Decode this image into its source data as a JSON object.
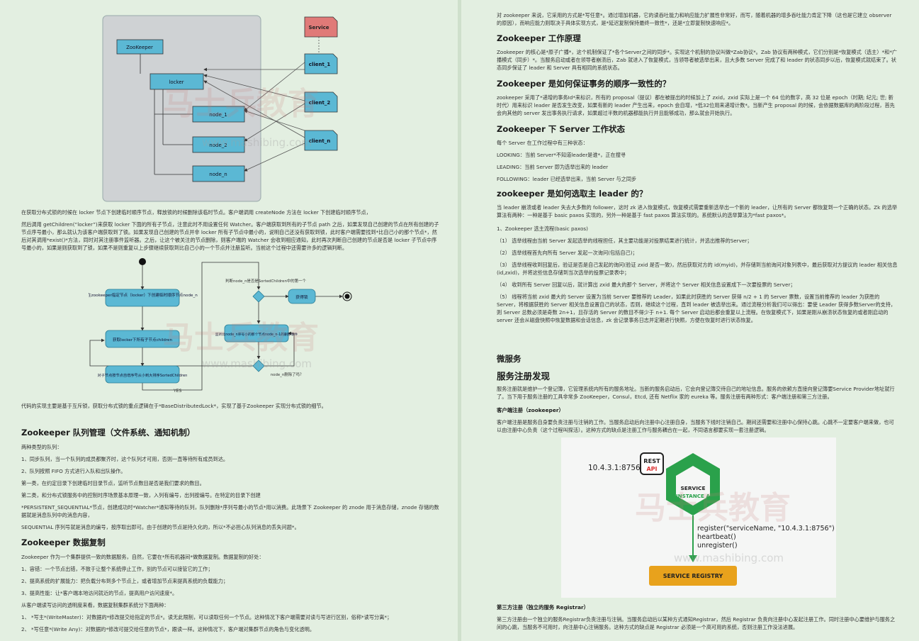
{
  "left": {
    "diagram1": {
      "service": "Service",
      "zookeeper": "ZooKeeper",
      "locker": "locker",
      "nodes": [
        "node_1",
        "node_2",
        "node_n"
      ],
      "clients": [
        "client_1",
        "client_2",
        "client_n"
      ]
    },
    "para1": "在获取分布式锁的时候在 locker 节点下创建临时顺序节点，释放锁的时候删除该临时节点。客户端调用 createNode 方法在 locker 下创建临时顺序节点，",
    "para2": "然后调用 getChildren(“locker”)来获取 locker 下面的所有子节点，注意此时不用设置任何 Watcher。客户端获取到所有的子节点 path 之后，如果发现自己创建的节点在所有创建的子节点序号最小，那么就认为该客户端获取到了锁。如果发现自己创建的节点并非 locker 所有子节点中最小的，说明自己还没有获取到锁，此时客户端需要找到*比自己小的那个节点*，然后对其调用*exist()*方法，同时对其注册事件监听器。之后，让这个被关注的节点删除，则客户端的 Watcher 会收到相应通知，此时再次判断自己创建的节点是否是 locker 子节点中序号最小的，如果是则获取到了锁，如果不是则重复以上步骤继续获取到比自己小的一个节点并注册监听。当前这个过程中还需要许多的逻辑判断。",
    "flow": {
      "step1": "在zookeeper指定节点（locker）下创建临时顺序节点node_n",
      "step2": "获取locker下所有子节点children",
      "step3": "对子节点按节点自增序号从小到大排序SortedChildren",
      "decision1": "判断node_n是否是SortedChildren中的第一个",
      "acquired": "获得锁",
      "watch": "监听比node_n序号小的那个节点node_n-1的删除事件",
      "decision2": "node_n删除了吗？",
      "yes": "YES"
    },
    "para3": "代码的实现主要是基于互斥锁，获取分布式锁的重点逻辑在于*BaseDistributedLock*，实现了基于Zookeeper 实现分布式锁的细节。",
    "h_queue": "Zookeeper 队列管理（文件系统、通知机制）",
    "q1": "两种类型的队列：",
    "q2": "1、同步队列，当一个队列的成员都聚齐时，这个队列才可用，否则一直等待所有成员到达。",
    "q3": "2、队列按照 FIFO 方式进行入队和出队操作。",
    "q4": "第一类，在约定目录下创建临时目录节点，监听节点数目是否是我们要求的数目。",
    "q5": "第二类，和分布式锁服务中的控制时序场景基本原理一致，入列有编号，出列按编号。在特定的目录下创建",
    "q6": "*PERSISTENT_SEQUENTIAL*节点，创建成功时*Watcher*通知等待的队列，队列删除*序列号最小的节点*用以消费。此场景下 Zookeeper 的 znode 用于消息存储，znode 存储的数据就是消息队列中的消息内容，",
    "q7": "SEQUENTIAL 序列号就是消息的编号，按序取出即可。由于创建的节点是持久化的，所以*不必担心队列消息的丢失问题*。",
    "h_repl": "Zookeeper 数据复制",
    "r1": "Zookeeper 作为一个集群提供一致的数据服务，自然，它要在*所有机器间*做数据复制。数据复制的好处：",
    "r2": "1、容错：一个节点出错，不致于让整个系统停止工作，别的节点可以接管它的工作；",
    "r3": "2、提高系统的扩展能力：把负载分布到多个节点上，或者增加节点来提高系统的负载能力；",
    "r4": "3、提高性能：让*客户端本地访问就近的节点，提高用户访问速度*。",
    "r5": "从客户端读写访问的透明度来看，数据复制集群系统分下面两种：",
    "r6": "1、 *写主*(WriteMaster)：对数据的*修改提交给指定的节点*。读无此限制，可以读取任何一个节点。这种情况下客户端需要对读与写进行区别，俗称*读写分离*；",
    "r7": "2、 *写任意*(Write Any)：对数据的*修改可提交给任意的节点*，跟读一样。这种情况下，客户端对集群节点的角色与变化透明。"
  },
  "right": {
    "intro": "对 zookeeper 来说，它采用的方式是*写任意*。通过增加机器，它的读吞吐能力和响应能力扩展性非常好，而写，随着机器的增多吞吐能力肯定下降（这也是它建立 observer 的原因），而响应能力则取决于具体实现方式，是*延迟复制保持最终一致性*，还是*立即复制快速响应*。",
    "h_principle": "Zookeeper 工作原理",
    "principle": "Zookeeper 的核心是*原子广播*，这个机制保证了*各个Server之间的同步*。实现这个机制的协议叫做*Zab协议*。Zab 协议有两种模式，它们分别是*恢复模式（选主）*和*广播模式（同步）*。当服务启动或者在领导者崩溃后，Zab 就进入了恢复模式，当领导者被选举出来，且大多数 Server 完成了和 leader 的状态同步以后，恢复模式就结束了。状态同步保证了 leader 和 Server 具有相同的系统状态。",
    "h_order": "Zookeeper 是如何保证事务的顺序一致性的？",
    "order": "zookeeper 采用了*递增的事务Id*来标识，所有的 proposal（提议）都在被提出的时候加上了 zxid，zxid 实际上是一个 64 位的数字，高 32 位是 epoch（时期; 纪元; 世; 新时代）用来标识 leader 是否发生改变，如果有新的 leader 产生出来，epoch 会自增，*低32位用来递增计数*。当新产生 proposal 的时候，会依据数据库的两阶段过程，首先会向其他的 server 发出事务执行请求，如果超过半数的机器都能执行并且能够成功，那么就会开始执行。",
    "h_state": "Zookeeper 下 Server 工作状态",
    "s1": "每个 Server 在工作过程中有三种状态：",
    "s2": "LOOKING：当前 Server*不知道leader是谁*，正在搜寻",
    "s3": "LEADING：当前 Server 即为选举出来的 leader",
    "s4": "FOLLOWING：leader 已经选举出来，当前 Server 与之同步",
    "h_elect": "zookeeper 是如何选取主 leader 的？",
    "e1": "当 leader 崩溃或者 leader 失去大多数的 follower，这时 zk 进入恢复模式，恢复模式需要重新选举出一个新的 leader，让所有的 Server 都恢复到一个正确的状态。Zk 的选举算法有两种：一种是基于 basic paxos 实现的，另外一种是基于 fast paxos 算法实现的。系统默认的选举算法为*fast paxos*。",
    "e2": "1、Zookeeper 选主流程(basic paxos)",
    "e3": "（1）    选举线程由当前 Server 发起选举的线程担任，其主要功能是对投票结果进行统计，并选出推荐的Server；",
    "e4": "（2）    选举线程首先向所有 Server 发起一次询问(包括自己)；",
    "e5": "（3）    选举线程收到回复后，验证是否是自己发起的询问(验证 zxid 是否一致)，然后获取对方的 id(myid)，并存储到当前询问对象列表中，最后获取对方提议的 leader 相关信息(id,zxid)，并将这些信息存储到当次选举的投票记录表中；",
    "e6": "（4）    收到所有 Server 回复以后，就计算出 zxid 最大的那个 Server，并将这个 Server 相关信息设置成下一次要投票的 Server；",
    "e7": "（5）    线程将当前 zxid 最大的 Server 设置为当前 Server 要推荐的 Leader，如果此时获胜的 Server 获得 n/2 + 1 的 Server 票数，设置当前推荐的 leader 为获胜的 Server，将根据获胜的 Server 相关信息设置自己的状态，否则，继续这个过程，直到 leader 被选举出来。通过流程分析我们可以得出：要使 Leader 获得多数Server的支持，则 Server 总数必须是奇数 2n+1，且存活的 Server 的数目不得少于 n+1. 每个 Server 启动后都会重复以上流程。在恢复模式下，如果是刚从崩溃状态恢复的或者刚启动的 server 还会从磁盘快照中恢复数据和会话信息，zk 会记录事务日志并定期进行快照，方便在恢复时进行状态恢复。",
    "h_micro": "微服务",
    "h_reg": "服务注册发现",
    "reg1": "服务注册就是维护一个登记簿，它管理系统内所有的服务地址。当新的服务启动后，它会向登记簿交待自己的地址信息。服务的依赖方直接向登记簿要Service Provider地址就行了。当下用于服务注册的工具非常多 ZooKeeper，Consul，Etcd, 还有 Netflix 家的 eureka 等。服务注册有两种形式：客户端注册和第三方注册。",
    "h_client": "客户端注册（zookeeper）",
    "client": "客户端注册是服务自身要负责注册与注销的工作。当服务启动后向注册中心注册自身，当服务下线时注销自己。期间还需要和注册中心保持心跳。心跳不一定要客户端来做，也可以由注册中心负责（这个过程叫探活）。这种方式的缺点是注册工作与服务耦合在一起，不同语言都要实现一套注册逻辑。",
    "reg_image": {
      "ip": "10.4.3.1:8756",
      "rest": "REST",
      "api": "API",
      "service": "SERVICE",
      "instance": "INSTANCE A",
      "code1": "register(\"serviceName, \"10.4.3.1:8756\")",
      "code2": "heartbeat()",
      "code3": "unregister()",
      "registry": "SERVICE REGISTRY"
    },
    "h_third": "第三方注册（独立的服务 Registrar）",
    "third": "第三方注册由一个独立的服务Registrar负责注册与注销。当服务启动后以某种方式通知Registrar，然后 Registrar 负责向注册中心发起注册工作。同时注册中心要维护与服务之间的心跳，当服务不可用时，向注册中心注销服务。这种方式的缺点是 Registrar 必须是一个高可用的系统，否则注册工作没法进展。"
  },
  "watermark": {
    "brand": "马士兵教育",
    "url": "www.mashibing.com"
  },
  "colors": {
    "page_bg": "#e3efe1",
    "diagram_box": "#5bb8d4",
    "service_box": "#e07a78",
    "nginx_green": "#2aa14b",
    "registry_orange": "#e8a21c"
  }
}
